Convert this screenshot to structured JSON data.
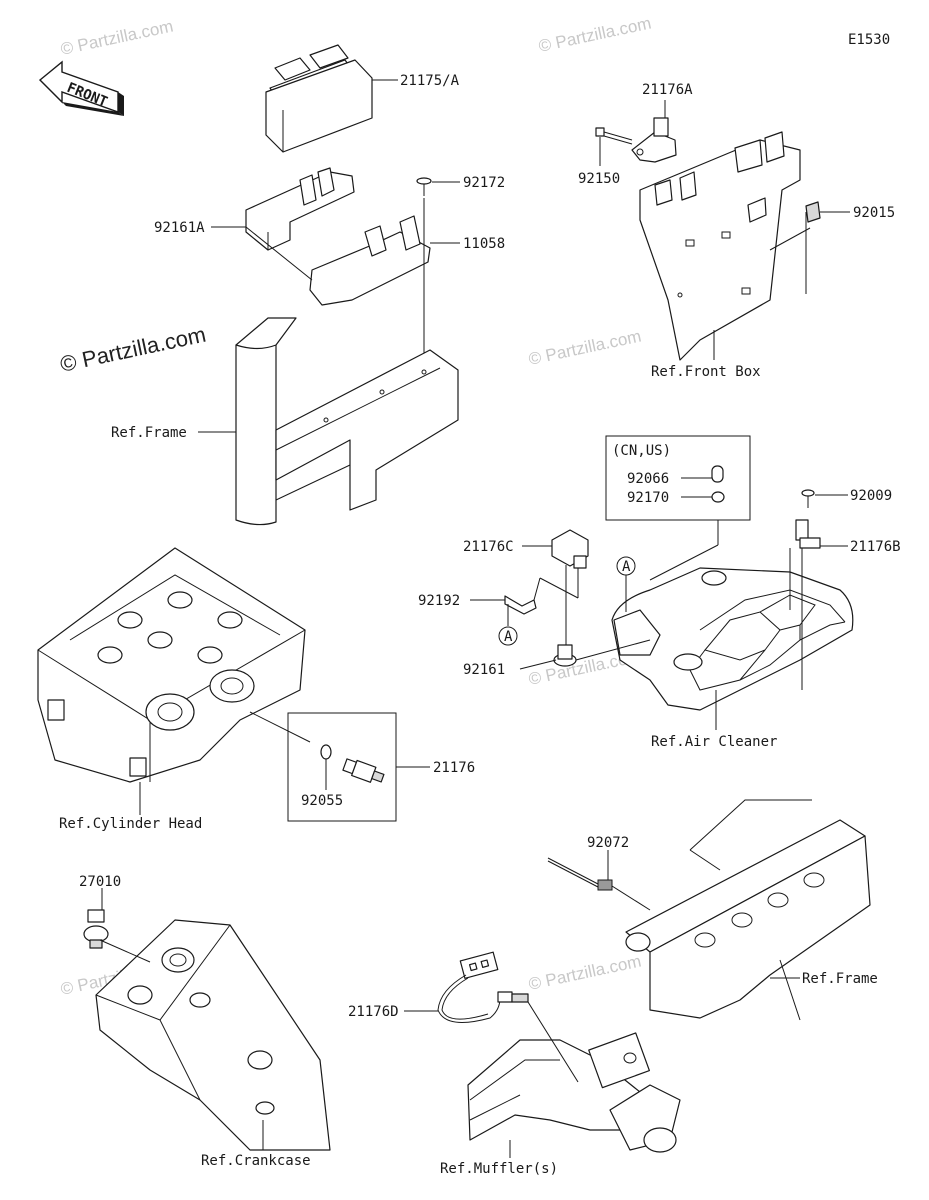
{
  "diagram": {
    "code": "E1530",
    "front_arrow": "FRONT",
    "watermark": "© Partzilla.com",
    "labels": {
      "p21175A": "21175/A",
      "p92172": "92172",
      "p92161A": "92161A",
      "p11058": "11058",
      "refFrameTop": "Ref.Frame",
      "p21176A": "21176A",
      "p92150": "92150",
      "p92015": "92015",
      "refFrontBox": "Ref.Front Box",
      "cnus": "(CN,US)",
      "p92066": "92066",
      "p92170": "92170",
      "p92009": "92009",
      "p21176C": "21176C",
      "p21176B": "21176B",
      "p92192": "92192",
      "markerA1": "A",
      "markerA2": "A",
      "p92161": "92161",
      "refAirCleaner": "Ref.Air Cleaner",
      "p21176": "21176",
      "p92055": "92055",
      "refCylinderHead": "Ref.Cylinder Head",
      "p92072": "92072",
      "p27010": "27010",
      "refFrameBottom": "Ref.Frame",
      "p21176D": "21176D",
      "refCrankcase": "Ref.Crankcase",
      "refMufflers": "Ref.Muffler(s)"
    }
  }
}
